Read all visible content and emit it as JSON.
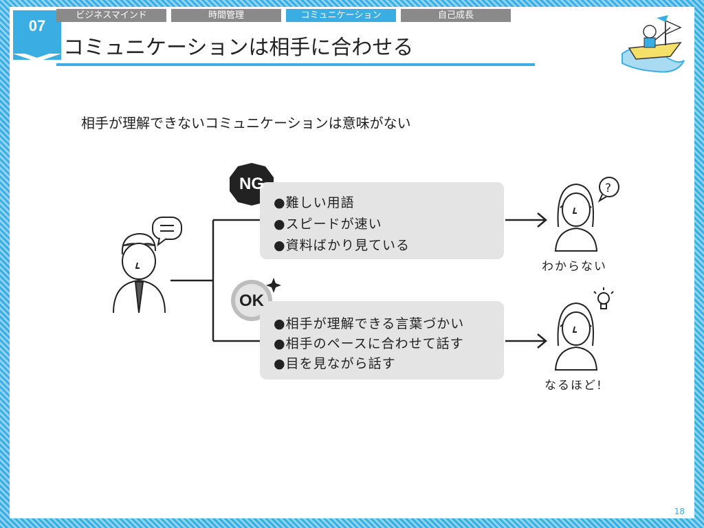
{
  "header": {
    "chapter_number": "07",
    "tabs": [
      {
        "label": "ビジネスマインド",
        "active": false
      },
      {
        "label": "時間管理",
        "active": false
      },
      {
        "label": "コミュニケーション",
        "active": true
      },
      {
        "label": "自己成長",
        "active": false
      }
    ],
    "title": "コミュニケーションは相手に合わせる"
  },
  "subtitle": "相手が理解できないコミュニケーションは意味がない",
  "ng": {
    "badge": "NG",
    "items": [
      "●難しい用語",
      "●スピードが速い",
      "●資料ばかり見ている"
    ],
    "result": "わからない"
  },
  "ok": {
    "badge": "OK",
    "items": [
      "●相手が理解できる言葉づかい",
      "●相手のペースに合わせて話す",
      "●目を見ながら話す"
    ],
    "result": "なるほど!"
  },
  "page_number": "18",
  "colors": {
    "accent": "#3aaee2",
    "tab_inactive": "#8a8a8a",
    "box_bg": "#e4e4e4",
    "ng_badge": "#222222"
  }
}
